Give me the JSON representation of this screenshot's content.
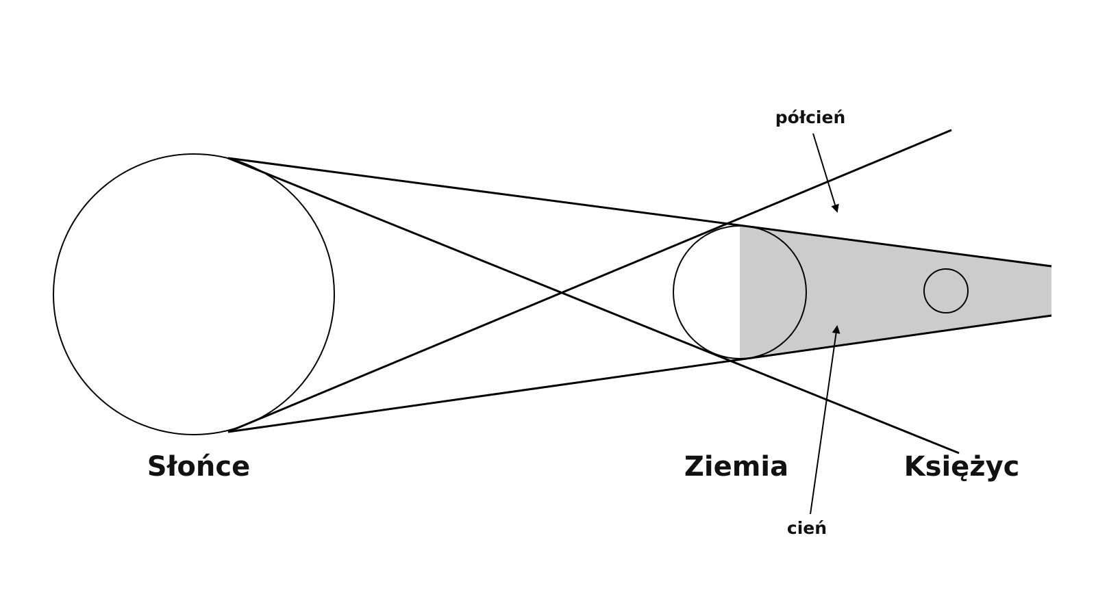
{
  "labels": {
    "sun": "Słońce",
    "earth": "Ziemia",
    "moon": "Księżyc",
    "penumbra": "półcień",
    "umbra": "cień"
  },
  "colors": {
    "line": "#000000",
    "shadow_fill": "#cccccc",
    "text": "#111111",
    "background": "#ffffff"
  }
}
